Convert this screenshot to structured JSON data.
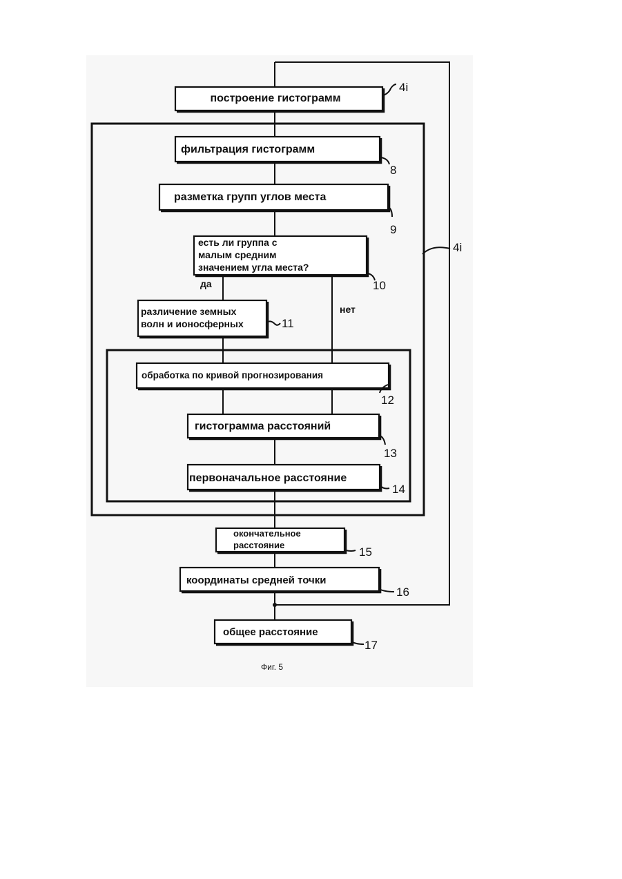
{
  "figure": {
    "caption": "Фиг. 5",
    "outer_loop_label": "4i",
    "blocks": [
      {
        "id": "4i",
        "text": "построение гистограмм",
        "ref": "4i"
      },
      {
        "id": "8",
        "text": "фильтрация гистограмм",
        "ref": "8"
      },
      {
        "id": "9",
        "text": "разметка групп углов места",
        "ref": "9"
      },
      {
        "id": "10",
        "lines": [
          "есть ли группа с",
          "малым средним",
          "значением угла места?"
        ],
        "ref": "10"
      },
      {
        "id": "11",
        "lines": [
          "различение земных",
          "волн и ионосферных"
        ],
        "ref": "11"
      },
      {
        "id": "12",
        "text": "обработка по кривой прогнозирования",
        "ref": "12"
      },
      {
        "id": "13",
        "text": "гистограмма расстояний",
        "ref": "13"
      },
      {
        "id": "14",
        "text": "первоначальное расстояние",
        "ref": "14"
      },
      {
        "id": "15",
        "lines": [
          "окончательное",
          "расстояние"
        ],
        "ref": "15"
      },
      {
        "id": "16",
        "text": "координаты средней точки",
        "ref": "16"
      },
      {
        "id": "17",
        "text": "общее расстояние",
        "ref": "17"
      }
    ],
    "branch_yes": "да",
    "branch_no": "нет"
  }
}
